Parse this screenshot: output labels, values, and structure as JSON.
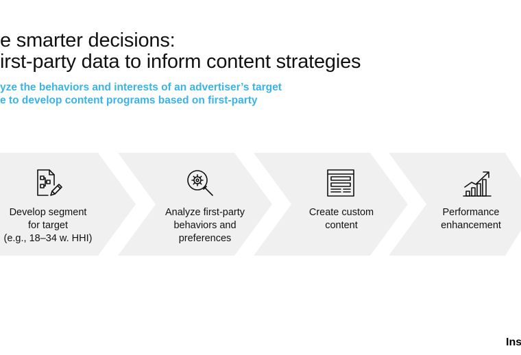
{
  "header": {
    "title_lines": [
      "e smarter decisions:",
      "irst-party data to inform content strategies"
    ],
    "subtitle_lines": [
      "yze the behaviors and interests of an advertiser’s target",
      "e to develop content programs based on first-party"
    ],
    "accent_color": "#3ab3e8"
  },
  "steps": [
    {
      "icon": "document-flowchart-pencil-icon",
      "label_lines": [
        "Develop segment",
        "for target",
        "(e.g., 18–34 w. HHI)"
      ]
    },
    {
      "icon": "magnifier-gear-icon",
      "label_lines": [
        "Analyze first-party",
        "behaviors and",
        "preferences"
      ]
    },
    {
      "icon": "browser-window-content-icon",
      "label_lines": [
        "Create custom",
        "content"
      ]
    },
    {
      "icon": "bar-chart-trend-arrow-icon",
      "label_lines": [
        "Performance",
        "enhancement"
      ]
    }
  ],
  "footer": {
    "brand": "Ins"
  },
  "colors": {
    "step_background": "#f0f0f0",
    "text": "#111111"
  }
}
